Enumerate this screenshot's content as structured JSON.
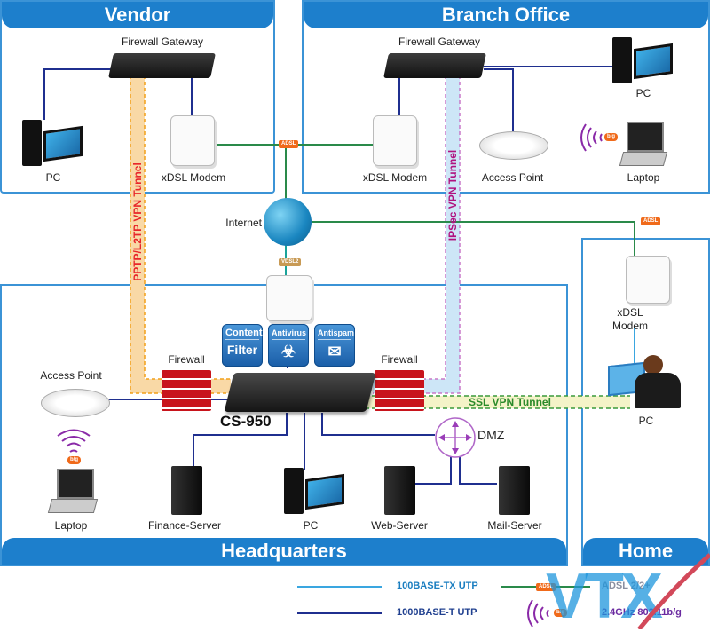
{
  "zones": {
    "vendor": "Vendor",
    "branch": "Branch Office",
    "headquarters": "Headquarters",
    "home": "Home"
  },
  "devices": {
    "vendor_gateway": "Firewall Gateway",
    "vendor_pc": "PC",
    "vendor_modem": "xDSL Modem",
    "branch_gateway": "Firewall Gateway",
    "branch_pc": "PC",
    "branch_modem": "xDSL Modem",
    "branch_ap": "Access Point",
    "branch_laptop": "Laptop",
    "internet": "Internet",
    "hq_ap": "Access Point",
    "hq_firewall_left": "Firewall",
    "hq_firewall_right": "Firewall",
    "hq_core": "CS-950",
    "hq_laptop": "Laptop",
    "hq_finance": "Finance-Server",
    "hq_pc": "PC",
    "hq_dmz": "DMZ",
    "hq_web": "Web-Server",
    "hq_mail": "Mail-Server",
    "home_modem": "xDSL\nModem",
    "home_pc": "PC"
  },
  "security": [
    {
      "top": "Content",
      "bottom": "Filter"
    },
    {
      "top": "Antivirus",
      "icon": "biohazard-icon"
    },
    {
      "top": "Antispam",
      "icon": "mail-block-icon"
    }
  ],
  "tunnels": {
    "pptp": "PPTP/L2TP VPN Tunnel",
    "ipsec": "IPSec VPN Tunnel",
    "ssl": "SSL VPN Tunnel"
  },
  "badges": {
    "adsl": "ADSL",
    "vdsl": "VDSL2",
    "wifi": "b/g"
  },
  "legend": {
    "fast": "100BASE-TX UTP",
    "gig": "1000BASE-T UTP",
    "adsl": "ADSL 2/2+",
    "wifi": "2.4GHz 802.11b/g"
  },
  "watermark": "VTX",
  "colors": {
    "zone_blue": "#1d7fcc",
    "line_fast": "#3aa6e0",
    "line_gig": "#1f2f8f",
    "line_adsl": "#2a8a4a",
    "pptp": "#e8262a",
    "ipsec": "#b0127f",
    "ssl": "#2a8a2a",
    "badge_orange": "#f06a1a"
  }
}
